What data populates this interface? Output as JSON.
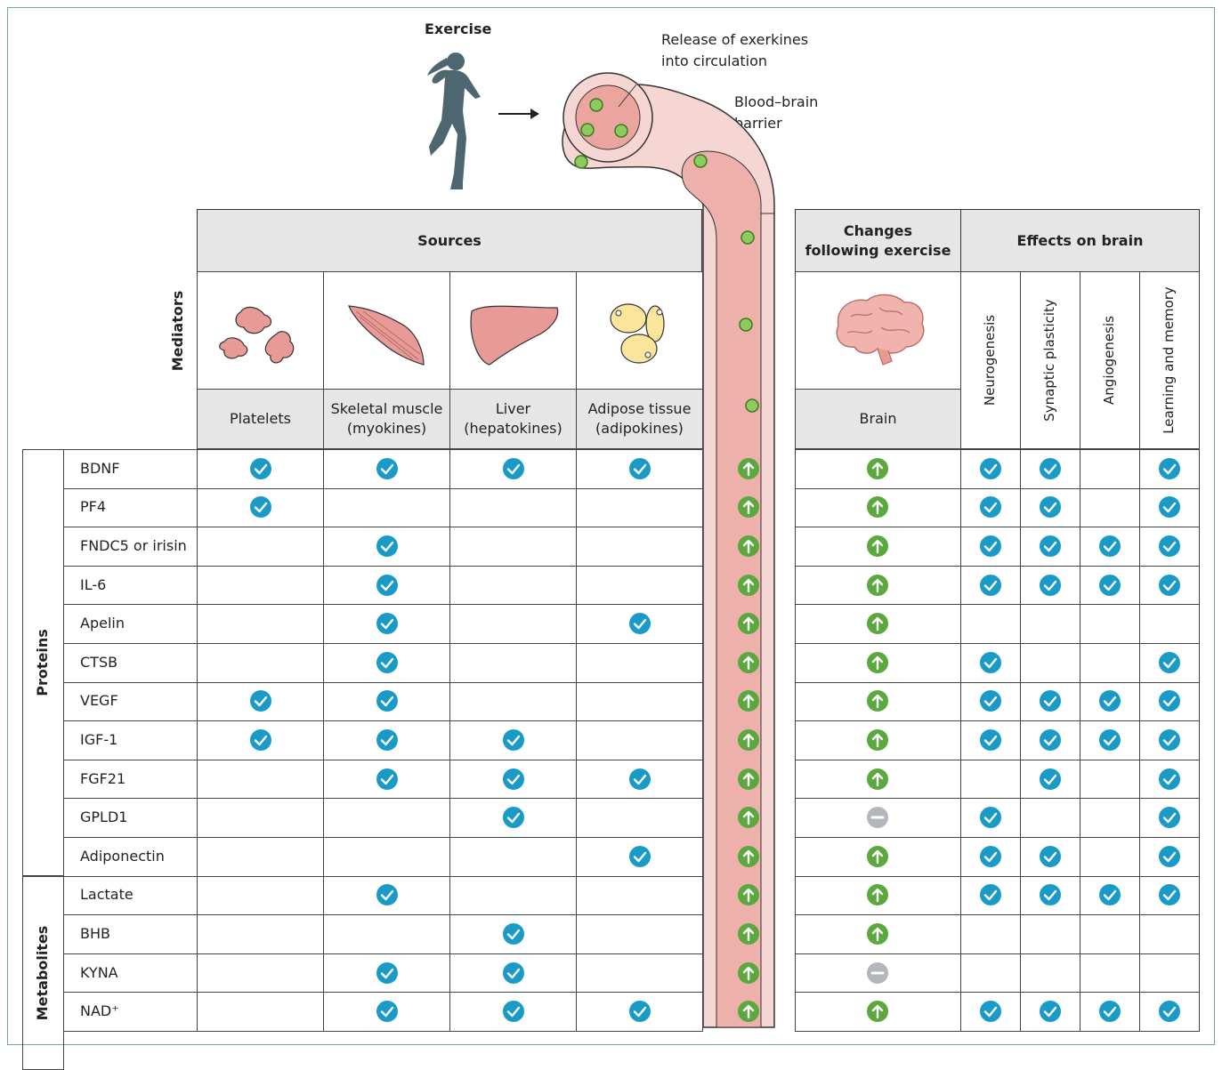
{
  "title": "Exercise",
  "annotations": {
    "release_line1": "Release of exerkines",
    "release_line2": "into circulation",
    "bbb_line1": "Blood–brain",
    "bbb_line2": "barrier"
  },
  "headers": {
    "sources": "Sources",
    "mediators": "Mediators",
    "changes_line1": "Changes",
    "changes_line2": "following exercise",
    "effects": "Effects on brain"
  },
  "sources": [
    {
      "line1": "Platelets",
      "line2": ""
    },
    {
      "line1": "Skeletal muscle",
      "line2": "(myokines)"
    },
    {
      "line1": "Liver",
      "line2": "(hepatokines)"
    },
    {
      "line1": "Adipose tissue",
      "line2": "(adipokines)"
    }
  ],
  "brain_label": "Brain",
  "effects": [
    "Neurogenesis",
    "Synaptic plasticity",
    "Angiogenesis",
    "Learning and memory"
  ],
  "groups": [
    {
      "name": "Proteins",
      "rows": 11
    },
    {
      "name": "Metabolites",
      "rows": 5
    }
  ],
  "mediators": [
    {
      "name": "BDNF",
      "sources": [
        1,
        1,
        1,
        1
      ],
      "change": "up",
      "effects": [
        1,
        1,
        0,
        1
      ]
    },
    {
      "name": "PF4",
      "sources": [
        1,
        0,
        0,
        0
      ],
      "change": "up",
      "effects": [
        1,
        1,
        0,
        1
      ]
    },
    {
      "name": "FNDC5 or irisin",
      "sources": [
        0,
        1,
        0,
        0
      ],
      "change": "up",
      "effects": [
        1,
        1,
        1,
        1
      ]
    },
    {
      "name": "IL-6",
      "sources": [
        0,
        1,
        0,
        0
      ],
      "change": "up",
      "effects": [
        1,
        1,
        1,
        1
      ]
    },
    {
      "name": "Apelin",
      "sources": [
        0,
        1,
        0,
        1
      ],
      "change": "up",
      "effects": [
        0,
        0,
        0,
        0
      ]
    },
    {
      "name": "CTSB",
      "sources": [
        0,
        1,
        0,
        0
      ],
      "change": "up",
      "effects": [
        1,
        0,
        0,
        1
      ]
    },
    {
      "name": "VEGF",
      "sources": [
        1,
        1,
        0,
        0
      ],
      "change": "up",
      "effects": [
        1,
        1,
        1,
        1
      ]
    },
    {
      "name": "IGF-1",
      "sources": [
        1,
        1,
        1,
        0
      ],
      "change": "up",
      "effects": [
        1,
        1,
        1,
        1
      ]
    },
    {
      "name": "FGF21",
      "sources": [
        0,
        1,
        1,
        1
      ],
      "change": "up",
      "effects": [
        0,
        1,
        0,
        1
      ]
    },
    {
      "name": "GPLD1",
      "sources": [
        0,
        0,
        1,
        0
      ],
      "change": "none",
      "effects": [
        1,
        0,
        0,
        1
      ]
    },
    {
      "name": "Adiponectin",
      "sources": [
        0,
        0,
        0,
        1
      ],
      "change": "up",
      "effects": [
        1,
        1,
        0,
        1
      ]
    },
    {
      "name": "Lactate",
      "sources": [
        0,
        1,
        0,
        0
      ],
      "change": "up",
      "effects": [
        1,
        1,
        1,
        1
      ]
    },
    {
      "name": "BHB",
      "sources": [
        0,
        0,
        1,
        0
      ],
      "change": "up",
      "effects": [
        0,
        0,
        0,
        0
      ]
    },
    {
      "name": "KYNA",
      "sources": [
        0,
        1,
        1,
        0
      ],
      "change": "none",
      "effects": [
        0,
        0,
        0,
        0
      ]
    },
    {
      "name": "NAD⁺",
      "sources": [
        0,
        1,
        1,
        1
      ],
      "change": "up",
      "effects": [
        1,
        1,
        1,
        1
      ]
    }
  ],
  "colors": {
    "check": "#1a9bc7",
    "up_arrow": "#5aa83e",
    "no_change": "#b3b6ba",
    "vessel": "#f0bcb6",
    "header_bg": "#e6e6e6",
    "figure": "#4d6670"
  },
  "icons": {
    "check": "check-circle-icon",
    "up": "up-arrow-circle-icon",
    "none": "no-change-circle-icon"
  }
}
